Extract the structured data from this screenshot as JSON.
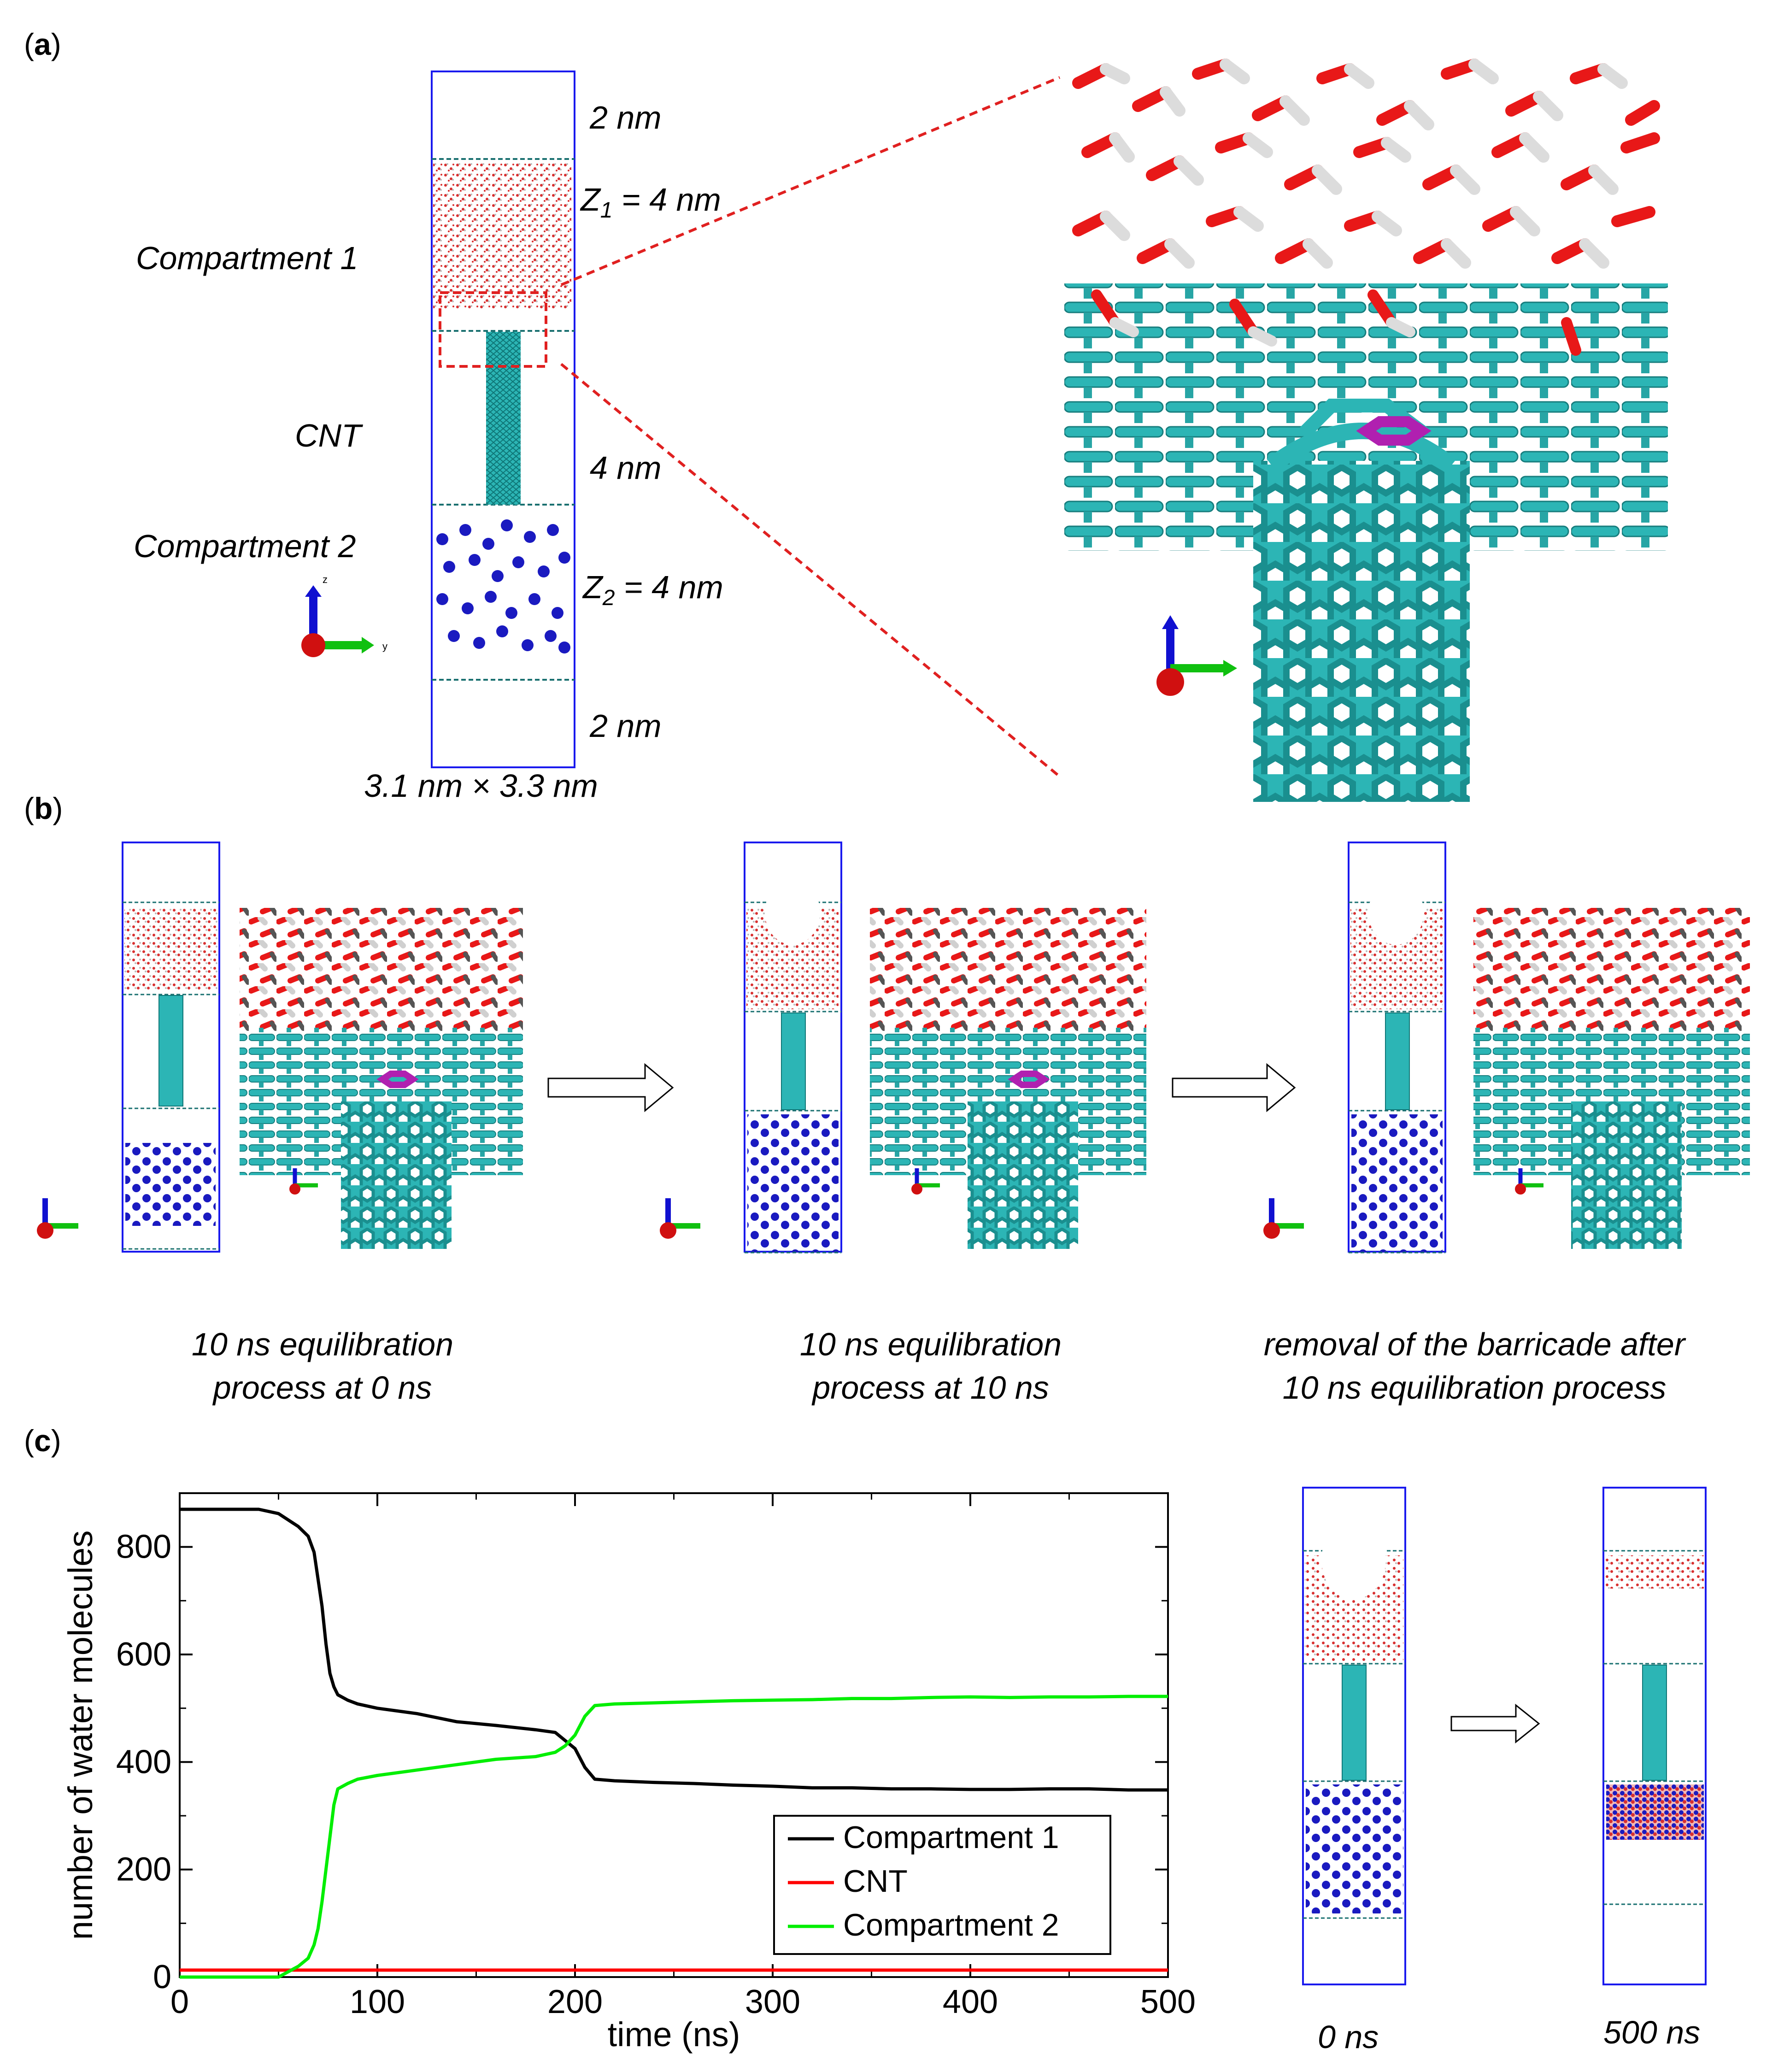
{
  "panels": {
    "a": {
      "letter": "a"
    },
    "b": {
      "letter": "b"
    },
    "c": {
      "letter": "c"
    }
  },
  "panel_a": {
    "top_gap": "2 nm",
    "z1_prefix": "Z",
    "z1_sub": "1",
    "z1_suffix": " = 4 nm",
    "compartment1": "Compartment 1",
    "cnt": "CNT",
    "cnt_length": "4 nm",
    "compartment2": "Compartment 2",
    "z2_prefix": "Z",
    "z2_sub": "2",
    "z2_suffix": " = 4 nm",
    "bottom_gap": "2 nm",
    "box_size": "3.1 nm × 3.3 nm",
    "axis_z": "z",
    "axis_y": "y"
  },
  "panel_b": {
    "captions": [
      {
        "line1": "10 ns equilibration",
        "line2": "process at 0 ns"
      },
      {
        "line1": "10 ns equilibration",
        "line2": "process at 10 ns"
      },
      {
        "line1": "removal of the barricade after",
        "line2": "10 ns equilibration process"
      }
    ]
  },
  "panel_c": {
    "snapshot_labels": [
      "0 ns",
      "500 ns"
    ]
  },
  "colors": {
    "box": "#1a1aee",
    "water_o": "#e01010",
    "water_h": "#dddddd",
    "cnt": "#2cb5b5",
    "ion": "#1010c8",
    "barricade": "#b020b0",
    "dash": "#e02020",
    "axis_x": "#d01010",
    "axis_y": "#10c010",
    "axis_z": "#1010d0"
  },
  "chart_data": {
    "type": "line",
    "title": "",
    "xlabel": "time (ns)",
    "ylabel": "number of water molecules",
    "xlim": [
      0,
      500
    ],
    "ylim": [
      0,
      900
    ],
    "xticks": [
      0,
      100,
      200,
      300,
      400,
      500
    ],
    "yticks": [
      0,
      200,
      400,
      600,
      800
    ],
    "legend_position": "bottom-right",
    "series": [
      {
        "name": "Compartment 1",
        "color": "#000000",
        "x": [
          0,
          40,
          50,
          55,
          60,
          65,
          68,
          70,
          72,
          74,
          76,
          78,
          80,
          85,
          90,
          100,
          120,
          140,
          160,
          180,
          190,
          195,
          200,
          205,
          210,
          220,
          240,
          260,
          280,
          300,
          320,
          340,
          360,
          380,
          400,
          420,
          440,
          460,
          480,
          500
        ],
        "y": [
          870,
          870,
          862,
          850,
          838,
          820,
          790,
          740,
          690,
          620,
          565,
          540,
          525,
          515,
          508,
          500,
          490,
          475,
          468,
          460,
          455,
          440,
          425,
          390,
          368,
          365,
          362,
          360,
          357,
          355,
          352,
          352,
          350,
          350,
          349,
          349,
          350,
          350,
          348,
          348
        ]
      },
      {
        "name": "CNT",
        "color": "#ff0000",
        "x": [
          0,
          50,
          100,
          150,
          200,
          250,
          300,
          350,
          400,
          450,
          500
        ],
        "y": [
          13,
          13,
          13,
          13,
          13,
          13,
          13,
          13,
          13,
          13,
          13
        ]
      },
      {
        "name": "Compartment 2",
        "color": "#00ee00",
        "x": [
          0,
          50,
          55,
          60,
          65,
          68,
          70,
          72,
          74,
          76,
          78,
          80,
          85,
          90,
          100,
          120,
          140,
          160,
          180,
          190,
          195,
          200,
          205,
          210,
          220,
          240,
          260,
          280,
          300,
          320,
          340,
          360,
          380,
          400,
          420,
          440,
          460,
          480,
          500
        ],
        "y": [
          0,
          0,
          10,
          20,
          35,
          60,
          90,
          140,
          200,
          260,
          320,
          350,
          360,
          368,
          375,
          385,
          395,
          405,
          410,
          418,
          430,
          450,
          485,
          505,
          508,
          510,
          512,
          514,
          515,
          516,
          518,
          518,
          520,
          521,
          520,
          521,
          521,
          522,
          522
        ]
      }
    ]
  }
}
